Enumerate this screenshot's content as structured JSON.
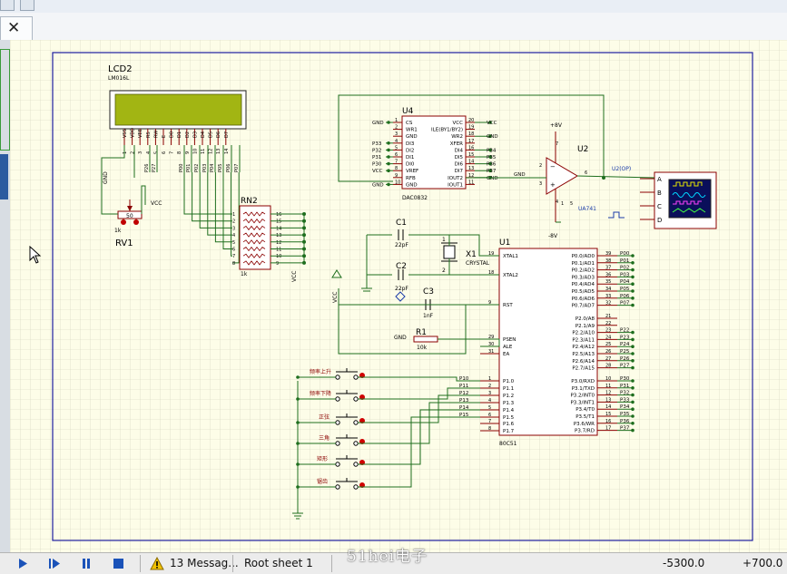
{
  "tab": {
    "close_glyph": "✕"
  },
  "schematic": {
    "lcd": {
      "ref": "LCD2",
      "part": "LM016L",
      "pins": [
        "VSS",
        "VDD",
        "VEE",
        "RS",
        "RW",
        "E",
        "D0",
        "D1",
        "D2",
        "D3",
        "D4",
        "D5",
        "D6",
        "D7"
      ],
      "pin_numbers": [
        "1",
        "2",
        "3",
        "4",
        "5",
        "6",
        "7",
        "8",
        "9",
        "10",
        "11",
        "12",
        "13",
        "14"
      ],
      "net_labels": [
        "P26",
        "P27",
        "P00",
        "P01",
        "P02",
        "P03",
        "P04",
        "P05",
        "P06",
        "P07"
      ]
    },
    "rv1": {
      "ref": "RV1",
      "value": "1k",
      "gnd": "GND",
      "vcc": "VCC",
      "tag": "50"
    },
    "rn2": {
      "ref": "RN2",
      "value": "1k",
      "left_pins": [
        "1",
        "2",
        "3",
        "4",
        "5",
        "6",
        "7",
        "8"
      ],
      "right_pins": [
        "16",
        "15",
        "14",
        "13",
        "12",
        "11",
        "10",
        "9"
      ],
      "vcc": "VCC"
    },
    "u4": {
      "ref": "U4",
      "part": "DAC0832",
      "left_pins": [
        {
          "num": "1",
          "name": "CS"
        },
        {
          "num": "2",
          "name": "WR1"
        },
        {
          "num": "3",
          "name": "GND"
        },
        {
          "num": "4",
          "name": "DI3"
        },
        {
          "num": "5",
          "name": "DI2"
        },
        {
          "num": "6",
          "name": "DI1"
        },
        {
          "num": "7",
          "name": "DI0"
        },
        {
          "num": "8",
          "name": "VREF"
        },
        {
          "num": "9",
          "name": "RFB"
        },
        {
          "num": "10",
          "name": "GND"
        }
      ],
      "right_pins": [
        {
          "num": "20",
          "name": "VCC"
        },
        {
          "num": "19",
          "name": "ILE(BY1/BY2)"
        },
        {
          "num": "18",
          "name": "WR2"
        },
        {
          "num": "17",
          "name": "XFER"
        },
        {
          "num": "16",
          "name": "DI4"
        },
        {
          "num": "15",
          "name": "DI5"
        },
        {
          "num": "14",
          "name": "DI6"
        },
        {
          "num": "13",
          "name": "DI7"
        },
        {
          "num": "12",
          "name": "IOUT2"
        },
        {
          "num": "11",
          "name": "IOUT1"
        }
      ],
      "left_nets": [
        "GND",
        "",
        "",
        "P33",
        "P32",
        "P31",
        "P30",
        "VCC",
        "",
        "GND"
      ],
      "right_nets": [
        "VCC",
        "",
        "GND",
        "",
        "P34",
        "P35",
        "P36",
        "P37",
        "GND",
        ""
      ]
    },
    "u2": {
      "ref": "U2",
      "part": "UA741",
      "vpos": "+8V",
      "vneg": "-8V",
      "pins": [
        "2",
        "3",
        "4",
        "6",
        "7",
        "1",
        "5"
      ],
      "out_label": "U2(OP)",
      "net": "GND"
    },
    "scope": {
      "channels": [
        "A",
        "B",
        "C",
        "D"
      ]
    },
    "c1": {
      "ref": "C1",
      "value": "22pF"
    },
    "c2": {
      "ref": "C2",
      "value": "22pF"
    },
    "c3": {
      "ref": "C3",
      "value": "1nF"
    },
    "x1": {
      "ref": "X1",
      "part": "CRYSTAL"
    },
    "r1": {
      "ref": "R1",
      "value": "10k",
      "gnd": "GND"
    },
    "vcc_label": "VCC",
    "u1": {
      "ref": "U1",
      "part": "80C51",
      "left_pins": [
        {
          "num": "19",
          "name": "XTAL1"
        },
        {
          "num": "18",
          "name": "XTAL2"
        },
        {
          "num": "9",
          "name": "RST"
        },
        {
          "num": "29",
          "name": "PSEN"
        },
        {
          "num": "30",
          "name": "ALE"
        },
        {
          "num": "31",
          "name": "EA"
        },
        {
          "num": "1",
          "name": "P1.0"
        },
        {
          "num": "2",
          "name": "P1.1"
        },
        {
          "num": "3",
          "name": "P1.2"
        },
        {
          "num": "4",
          "name": "P1.3"
        },
        {
          "num": "5",
          "name": "P1.4"
        },
        {
          "num": "6",
          "name": "P1.5"
        },
        {
          "num": "7",
          "name": "P1.6"
        },
        {
          "num": "8",
          "name": "P1.7"
        }
      ],
      "p1_nets": [
        "P10",
        "P11",
        "P12",
        "P13",
        "P14",
        "P15"
      ],
      "p0": [
        {
          "num": "39",
          "name": "P0.0/AD0",
          "net": "P00"
        },
        {
          "num": "38",
          "name": "P0.1/AD1",
          "net": "P01"
        },
        {
          "num": "37",
          "name": "P0.2/AD2",
          "net": "P02"
        },
        {
          "num": "36",
          "name": "P0.3/AD3",
          "net": "P03"
        },
        {
          "num": "35",
          "name": "P0.4/AD4",
          "net": "P04"
        },
        {
          "num": "34",
          "name": "P0.5/AD5",
          "net": "P05"
        },
        {
          "num": "33",
          "name": "P0.6/AD6",
          "net": "P06"
        },
        {
          "num": "32",
          "name": "P0.7/AD7",
          "net": "P07"
        }
      ],
      "p2": [
        {
          "num": "21",
          "name": "P2.0/A8",
          "net": ""
        },
        {
          "num": "22",
          "name": "P2.1/A9",
          "net": ""
        },
        {
          "num": "23",
          "name": "P2.2/A10",
          "net": "P22"
        },
        {
          "num": "24",
          "name": "P2.3/A11",
          "net": "P23"
        },
        {
          "num": "25",
          "name": "P2.4/A12",
          "net": "P24"
        },
        {
          "num": "26",
          "name": "P2.5/A13",
          "net": "P25"
        },
        {
          "num": "27",
          "name": "P2.6/A14",
          "net": "P26"
        },
        {
          "num": "28",
          "name": "P2.7/A15",
          "net": "P27"
        }
      ],
      "p3": [
        {
          "num": "10",
          "name": "P3.0/RXD",
          "net": "P30"
        },
        {
          "num": "11",
          "name": "P3.1/TXD",
          "net": "P31"
        },
        {
          "num": "12",
          "name": "P3.2/INT0",
          "net": "P32"
        },
        {
          "num": "13",
          "name": "P3.3/INT1",
          "net": "P33"
        },
        {
          "num": "14",
          "name": "P3.4/T0",
          "net": "P34"
        },
        {
          "num": "15",
          "name": "P3.5/T1",
          "net": "P35"
        },
        {
          "num": "16",
          "name": "P3.6/WR",
          "net": "P36"
        },
        {
          "num": "17",
          "name": "P3.7/RD",
          "net": "P37"
        }
      ]
    },
    "buttons": [
      "频率上升",
      "频率下降",
      "正弦",
      "三角",
      "矩形",
      "锯齿"
    ]
  },
  "status": {
    "messages": "13 Messag...",
    "sheet": "Root sheet 1",
    "coord_x": "-5300.0",
    "coord_y": "+700.0"
  },
  "watermark": "51hei电子"
}
